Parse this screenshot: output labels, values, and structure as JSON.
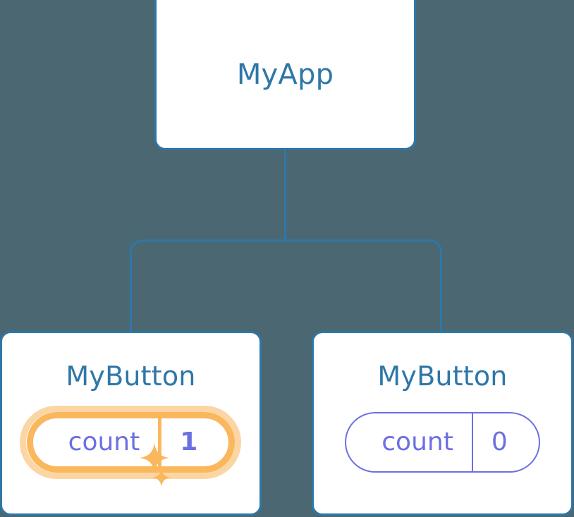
{
  "diagram": {
    "kind": "component-tree",
    "title_text": "React component tree with state update highlight",
    "background_color": "#4B6772",
    "node_border_color": "#2E77A8",
    "node_title_color": "#2E77A8",
    "state_color": "#6C6FE3",
    "highlight_color": "#FAB75C",
    "highlight_glow_color": "#FBD6A4"
  },
  "root": {
    "label": "MyApp"
  },
  "children": [
    {
      "label": "MyButton",
      "state": {
        "key": "count",
        "value": "1"
      },
      "highlighted": true,
      "sparkle_big": "sparkle-icon",
      "sparkle_small": "sparkle-icon"
    },
    {
      "label": "MyButton",
      "state": {
        "key": "count",
        "value": "0"
      },
      "highlighted": false
    }
  ]
}
